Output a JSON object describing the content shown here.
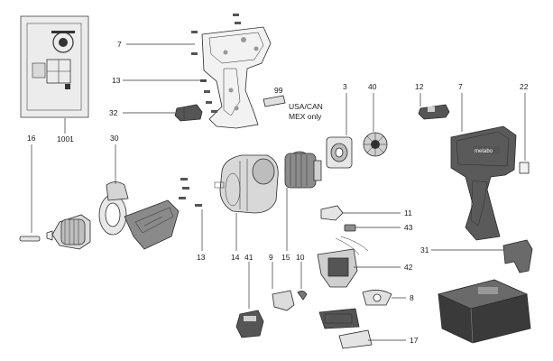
{
  "callouts": {
    "c1001": "1001",
    "c16": "16",
    "c30": "30",
    "c7a": "7",
    "c13a": "13",
    "c32": "32",
    "c13b": "13",
    "c14": "14",
    "c99": "99",
    "c3": "3",
    "c40": "40",
    "c12": "12",
    "c7b": "7",
    "c22": "22",
    "c15": "15",
    "c9": "9",
    "c10": "10",
    "c11": "11",
    "c43": "43",
    "c31": "31",
    "c42": "42",
    "c8": "8",
    "c41": "41",
    "c17": "17"
  },
  "note": {
    "line1": "USA/CAN",
    "line2": "MEX only"
  },
  "brand_text": "metabo",
  "colors": {
    "line": "#2b2b2b",
    "battery_dark": "#3a3a3a",
    "housing_dark": "#555555",
    "light_gray": "#cfcfcf",
    "inset_bg": "#ececec"
  }
}
